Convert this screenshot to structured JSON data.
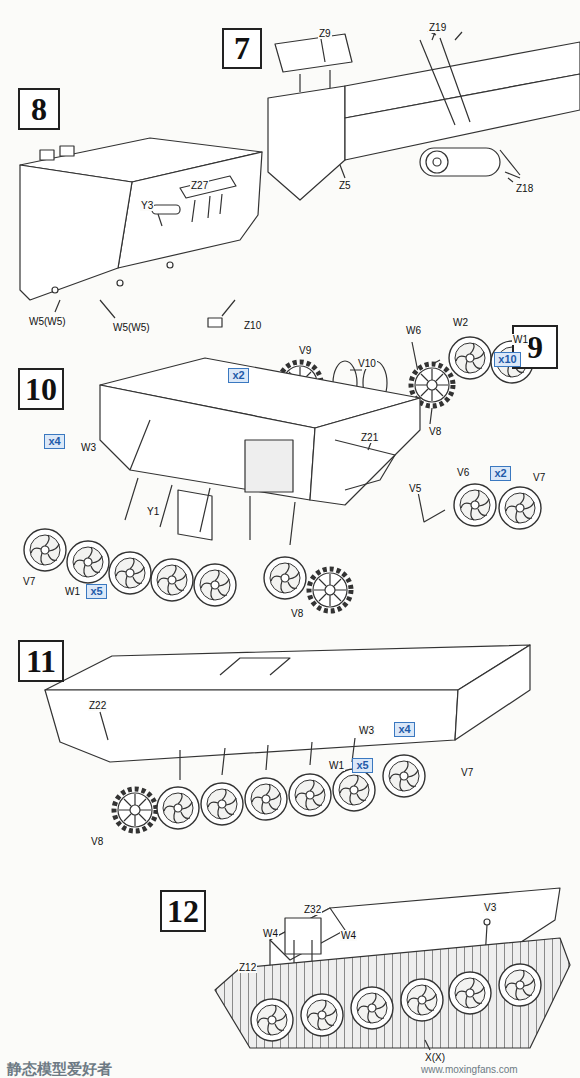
{
  "diagram": {
    "nodes": [
      {
        "text": [
          "7"
        ]
      },
      {
        "text": [
          "8"
        ]
      },
      {
        "text": [
          "9"
        ]
      },
      {
        "text": [
          "x10"
        ]
      },
      {
        "text": [
          "x2"
        ]
      },
      {
        "text": [
          "x2"
        ]
      },
      {
        "text": [
          "10"
        ]
      },
      {
        "text": [
          "x4"
        ]
      },
      {
        "text": [
          "x5"
        ]
      },
      {
        "text": [
          "11"
        ]
      },
      {
        "text": [
          "x4"
        ]
      },
      {
        "text": [
          "x5"
        ]
      },
      {
        "text": [
          "12"
        ]
      }
    ],
    "labels": [
      "Z9",
      "Z19",
      "Z5",
      "Z18",
      "Z27",
      "Y3",
      "W5(W5)",
      "W5(W5)",
      "Z10",
      "W6",
      "W2",
      "W1",
      "V9",
      "V10",
      "V8",
      "V5",
      "V6",
      "V7",
      "W3",
      "Z21",
      "Y1",
      "V7",
      "W1",
      "V8",
      "Z22",
      "W3",
      "W1",
      "V7",
      "V8",
      "W4",
      "Z32",
      "W4",
      "V3",
      "Z12",
      "X(X)",
      "静态模型爱好者",
      "www.moxingfans.com"
    ]
  }
}
